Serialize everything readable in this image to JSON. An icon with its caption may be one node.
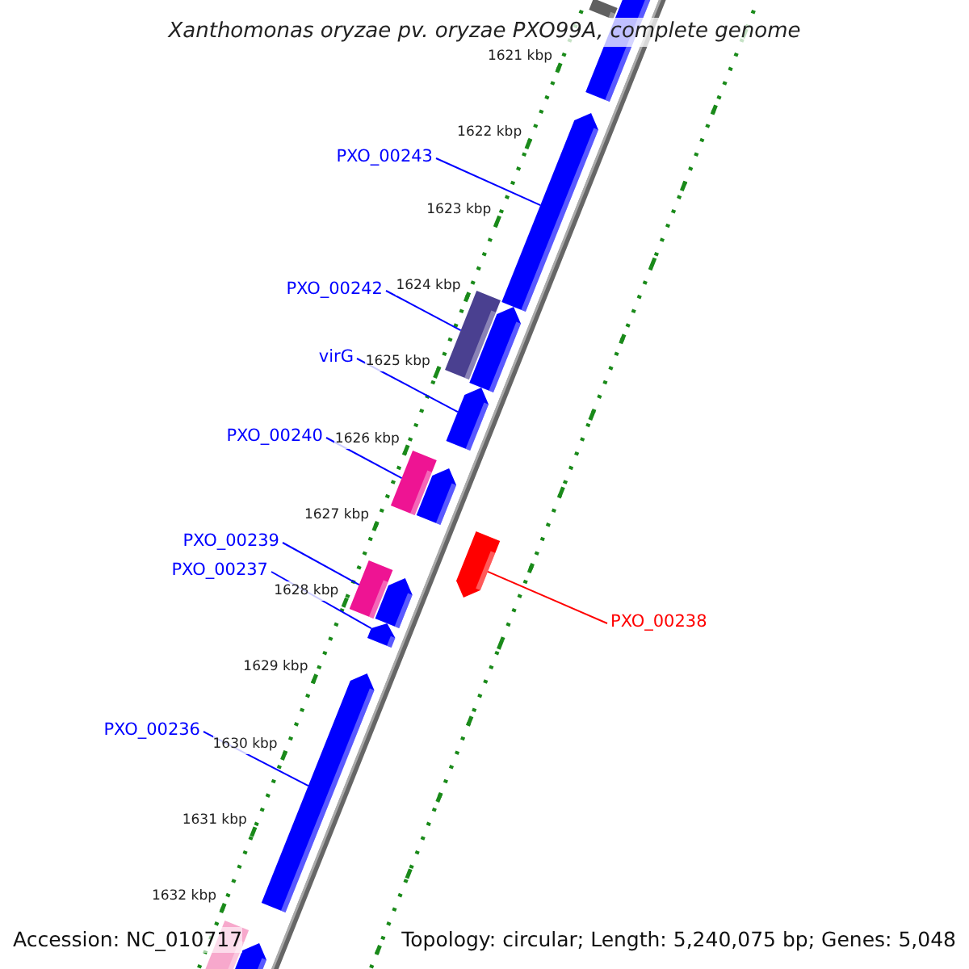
{
  "diagram": {
    "title": "Xanthomonas oryzae pv. oryzae PXO99A, complete genome",
    "nodes": [
      {
        "text": [
          "PXO_00243"
        ]
      },
      {
        "text": [],
        "shape": "arrow"
      },
      {
        "text": [
          "PXO_00242"
        ]
      },
      {
        "text": [],
        "shape": "box"
      },
      {
        "text": [
          "virG"
        ]
      },
      {
        "text": [],
        "shape": "arrow"
      },
      {
        "text": [
          "PXO_00240"
        ]
      },
      {
        "text": [],
        "shape": "box"
      },
      {
        "text": [
          "PXO_00239"
        ]
      },
      {
        "text": [],
        "shape": "box"
      },
      {
        "text": [
          "PXO_00237"
        ]
      },
      {
        "text": [],
        "shape": "arrow"
      },
      {
        "text": [
          "PXO_00238"
        ]
      },
      {
        "text": [],
        "shape": "arrow"
      },
      {
        "text": [
          "PXO_00236"
        ]
      },
      {
        "text": [],
        "shape": "arrow"
      },
      {
        "text": [],
        "shape": "box"
      },
      {
        "text": [],
        "shape": "arrow"
      },
      {
        "text": [],
        "shape": "arrow"
      },
      {
        "text": [],
        "shape": "arrow"
      },
      {
        "text": [],
        "shape": "arrow"
      },
      {
        "text": [],
        "shape": "box"
      },
      {
        "text": [],
        "shape": "arrow"
      }
    ],
    "edges": [
      {
        "from": 0,
        "to": 1,
        "arrow": "none"
      },
      {
        "from": 2,
        "to": 3,
        "arrow": "none"
      },
      {
        "from": 4,
        "to": 5,
        "arrow": "none"
      },
      {
        "from": 6,
        "to": 7,
        "arrow": "none"
      },
      {
        "from": 8,
        "to": 9,
        "arrow": "none"
      },
      {
        "from": 10,
        "to": 11,
        "arrow": "none"
      },
      {
        "from": 12,
        "to": 13,
        "arrow": "none",
        "color": "#ff0000"
      },
      {
        "from": 14,
        "to": 15,
        "arrow": "none"
      }
    ],
    "labels": [
      "1621 kbp",
      "1622 kbp",
      "1623 kbp",
      "1624 kbp",
      "1625 kbp",
      "1626 kbp",
      "1627 kbp",
      "1628 kbp",
      "1629 kbp",
      "1630 kbp",
      "1631 kbp",
      "1632 kbp",
      "Accession: NC_010717",
      "Topology: circular; Length: 5,240,075 bp; Genes: 5,048"
    ]
  }
}
